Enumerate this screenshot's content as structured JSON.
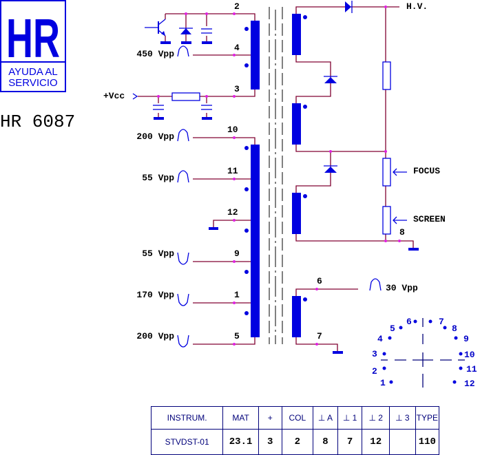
{
  "logo": {
    "brand": "HR",
    "line1": "AYUDA AL",
    "line2": "SERVICIO"
  },
  "model": "HR 6087",
  "primary": {
    "pins": [
      {
        "pin": "2",
        "label": ""
      },
      {
        "pin": "4",
        "label": "450 Vpp",
        "waveform": "positive-pulse"
      },
      {
        "pin": "3",
        "label": "+Vcc"
      }
    ]
  },
  "secondary_low": [
    {
      "pin": "10",
      "label": "200 Vpp",
      "waveform": "positive-pulse"
    },
    {
      "pin": "11",
      "label": "55 Vpp",
      "waveform": "positive-pulse"
    },
    {
      "pin": "12",
      "label": "",
      "waveform": "ground"
    },
    {
      "pin": "9",
      "label": "55 Vpp",
      "waveform": "negative-pulse"
    },
    {
      "pin": "1",
      "label": "170 Vpp",
      "waveform": "negative-pulse"
    },
    {
      "pin": "5",
      "label": "200 Vpp",
      "waveform": "negative-pulse"
    }
  ],
  "high_voltage": {
    "hv_label": "H.V.",
    "focus_label": "FOCUS",
    "screen_label": "SCREEN",
    "ground_pin": "8"
  },
  "aux_winding": {
    "pin_top": "6",
    "pin_bottom": "7",
    "label": "30 Vpp"
  },
  "pinout": [
    "1",
    "2",
    "3",
    "4",
    "5",
    "6",
    "7",
    "8",
    "9",
    "10",
    "11",
    "12"
  ],
  "table": {
    "headers": [
      "INSTRUM.",
      "MAT",
      "+",
      "COL",
      "⊥ A",
      "⊥ 1",
      "⊥ 2",
      "⊥ 3",
      "TYPE"
    ],
    "values": [
      "STVDST-01",
      "23.1",
      "3",
      "2",
      "8",
      "7",
      "12",
      "",
      "110"
    ]
  }
}
